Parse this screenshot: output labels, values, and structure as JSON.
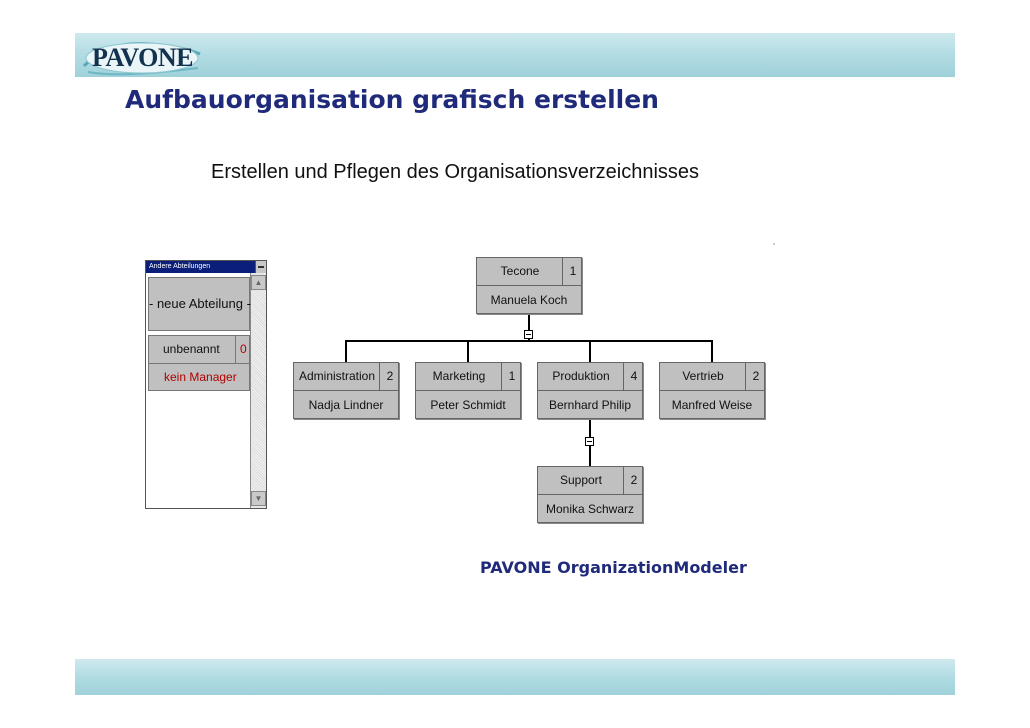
{
  "header": {
    "logo_text": "PAVONE",
    "title": "Aufbauorganisation grafisch erstellen",
    "subtitle": "Erstellen und Pflegen des Organisationsverzeichnisses"
  },
  "side_panel": {
    "title": "Andere Abteilungen",
    "new_department": "- neue Abteilung -",
    "unnamed": {
      "name": "unbenannt",
      "count": "0",
      "manager": "kein Manager"
    }
  },
  "org_chart": {
    "root": {
      "name": "Tecone",
      "count": "1",
      "manager": "Manuela Koch"
    },
    "departments": [
      {
        "name": "Administration",
        "count": "2",
        "manager": "Nadja Lindner"
      },
      {
        "name": "Marketing",
        "count": "1",
        "manager": "Peter Schmidt"
      },
      {
        "name": "Produktion",
        "count": "4",
        "manager": "Bernhard Philip"
      },
      {
        "name": "Vertrieb",
        "count": "2",
        "manager": "Manfred Weise"
      }
    ],
    "sub_departments": [
      {
        "name": "Support",
        "count": "2",
        "manager": "Monika Schwarz"
      }
    ]
  },
  "caption": "PAVONE OrganizationModeler",
  "colors": {
    "title_color": "#1f2a7a",
    "node_bg": "#c0c0c0",
    "warning_text": "#b00000",
    "band_color": "#b4dde4",
    "panel_titlebar": "#0b1f7a"
  }
}
